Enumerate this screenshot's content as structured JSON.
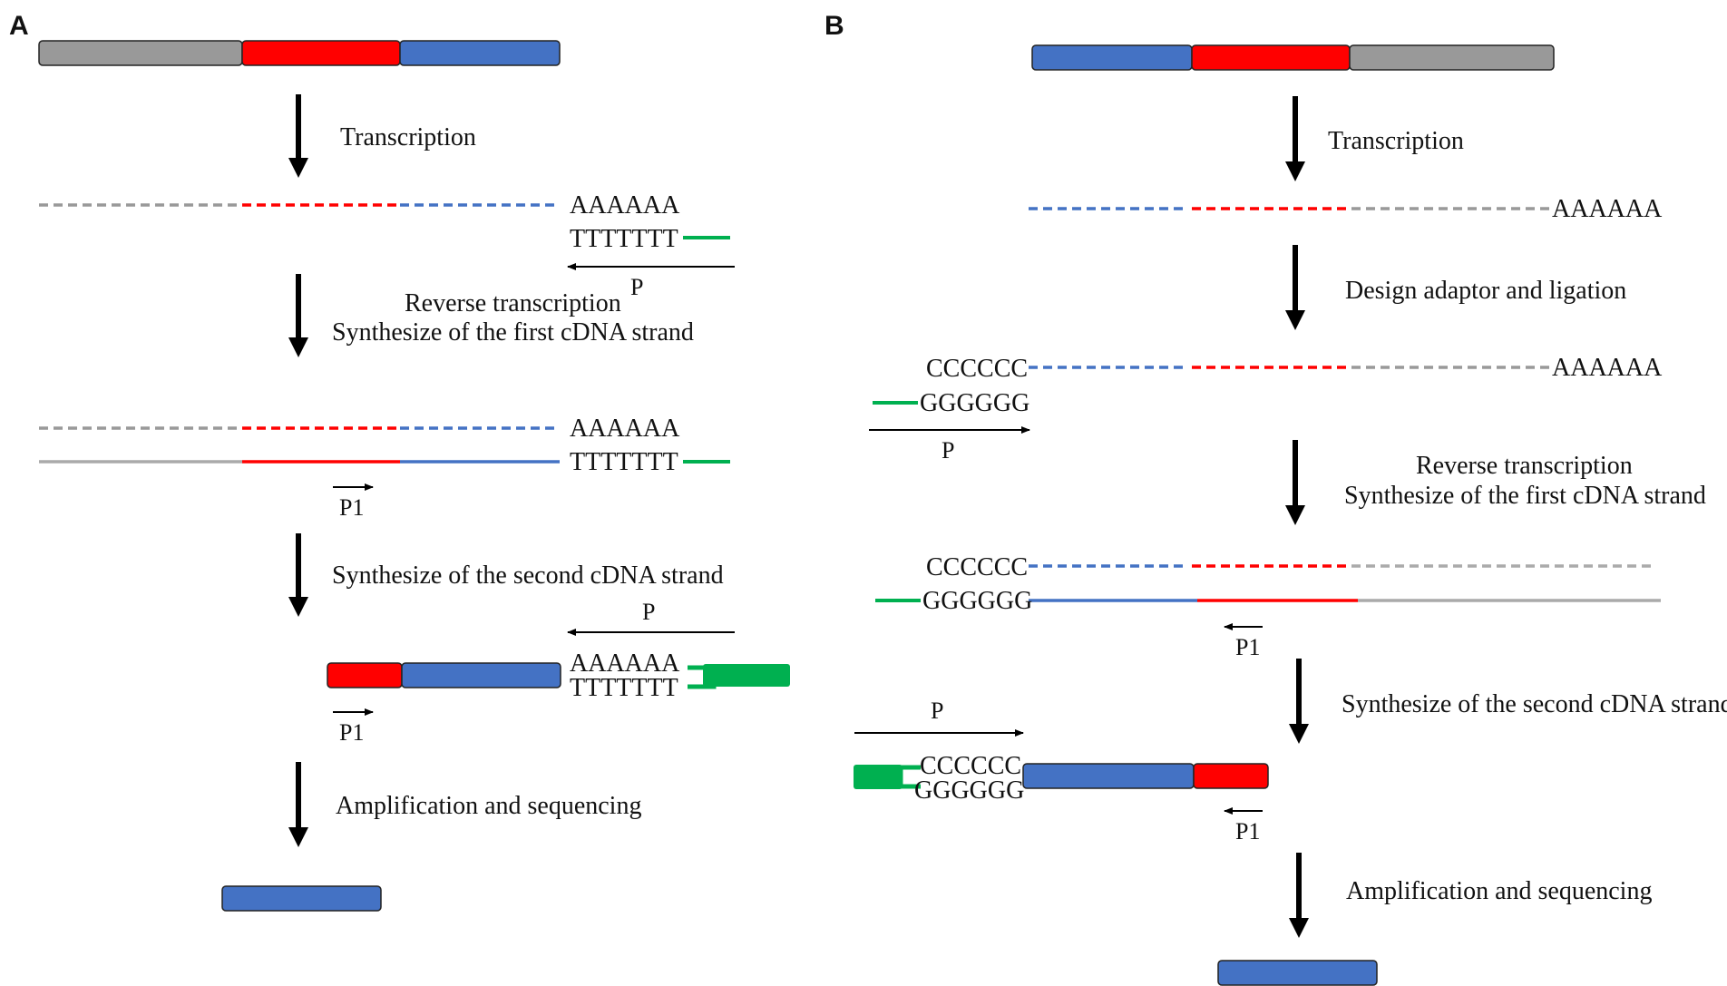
{
  "panels": {
    "a": {
      "letter": "A",
      "steps": {
        "transcription": "Transcription",
        "reverse_1": "Reverse transcription",
        "reverse_2": "Synthesize of the first cDNA strand",
        "second": "Synthesize of the second cDNA strand",
        "amplify": "Amplification and sequencing"
      },
      "seq": {
        "polyA_1": "AAAAAA",
        "polyT_1": "TTTTTTT",
        "polyA_2": "AAAAAA",
        "polyT_2": "TTTTTTT",
        "polyA_3": "AAAAAA",
        "polyT_3": "TTTTTTT"
      },
      "primers": {
        "p_1": "P",
        "p1_1": "P1",
        "p_2": "P",
        "p1_2": "P1"
      }
    },
    "b": {
      "letter": "B",
      "steps": {
        "transcription": "Transcription",
        "adaptor": "Design adaptor and ligation",
        "reverse_1": "Reverse transcription",
        "reverse_2": "Synthesize of the first cDNA strand",
        "second": "Synthesize of the second cDNA strand",
        "amplify": "Amplification and sequencing"
      },
      "seq": {
        "polyA_1": "AAAAAA",
        "c_1": "CCCCCC",
        "polyA_2": "AAAAAA",
        "g_1": "GGGGGG",
        "c_2": "CCCCCC",
        "g_2": "GGGGGG",
        "c_3": "CCCCCC",
        "g_3": "GGGGGG"
      },
      "primers": {
        "p_1": "P",
        "p1_1": "P1",
        "p_2": "P",
        "p1_2": "P1"
      }
    }
  },
  "colors": {
    "gray": "#999999",
    "red": "#ff0000",
    "blue": "#4472c4",
    "green": "#00b050",
    "arrow": "#000000"
  }
}
